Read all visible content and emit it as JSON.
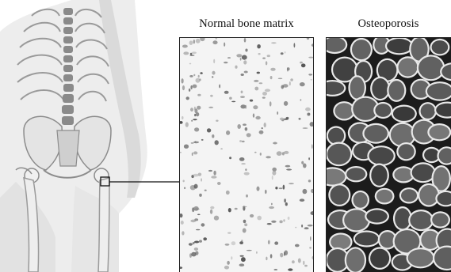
{
  "labels": {
    "normal": "Normal bone matrix",
    "osteoporosis": "Osteoporosis"
  },
  "colors": {
    "ink": "#111111",
    "normal_texture": "#6e6e6e",
    "osteo_pore": "#4a4a4a",
    "osteo_matrix": "#1a1a1a",
    "body_shading": "#d4d4d4"
  },
  "icons": [
    "skeleton-figure-illustration",
    "callout-box"
  ]
}
